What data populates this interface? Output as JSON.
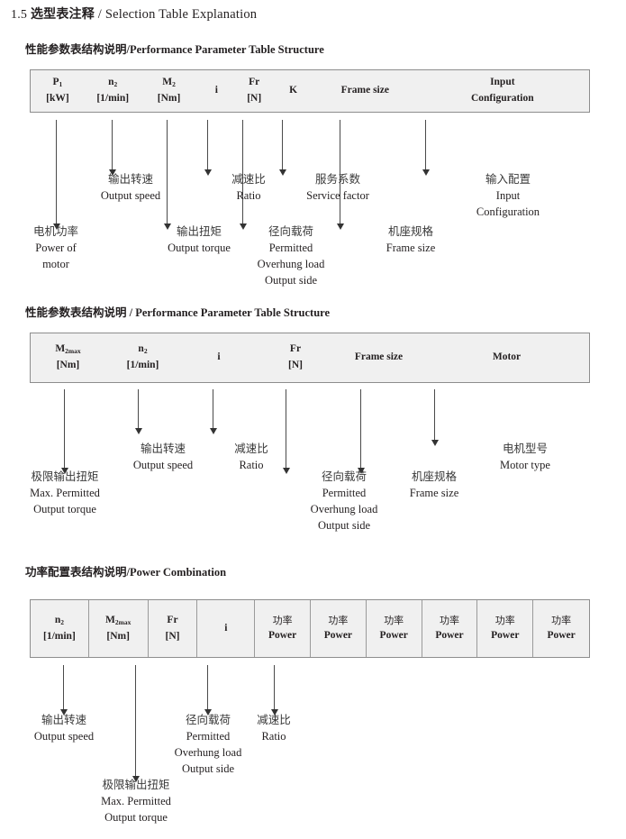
{
  "document": {
    "title_number": "1.5",
    "title_cn": "选型表注释",
    "title_sep": "/",
    "title_en": "Selection Table Explanation"
  },
  "sections": [
    {
      "id": "performance-parameter-1",
      "heading_cn": "性能参数表结构说明",
      "heading_sep": "/",
      "heading_en": "Performance Parameter Table Structure",
      "table": {
        "divided": false,
        "columns": [
          {
            "symbol": "P",
            "sub": "1",
            "unit": "[kW]"
          },
          {
            "symbol": "n",
            "sub": "2",
            "unit": "[1/min]"
          },
          {
            "symbol": "M",
            "sub": "2",
            "unit": "[Nm]"
          },
          {
            "symbol": "i",
            "sub": "",
            "unit": ""
          },
          {
            "symbol": "Fr",
            "sub": "",
            "unit": "[N]"
          },
          {
            "symbol": "K",
            "sub": "",
            "unit": ""
          },
          {
            "symbol": "Frame size",
            "sub": "",
            "unit": ""
          },
          {
            "symbol": "Input",
            "sub": "",
            "unit": "Configuration"
          }
        ],
        "annotations": [
          {
            "cn": "电机功率",
            "en": [
              "Power of",
              "motor"
            ]
          },
          {
            "cn": "输出转速",
            "en": [
              "Output speed"
            ]
          },
          {
            "cn": "输出扭矩",
            "en": [
              "Output torque"
            ]
          },
          {
            "cn": "减速比",
            "en": [
              "Ratio"
            ]
          },
          {
            "cn": "径向载荷",
            "en": [
              "Permitted",
              "Overhung load",
              "Output side"
            ]
          },
          {
            "cn": "服务系数",
            "en": [
              "Service factor"
            ]
          },
          {
            "cn": "机座规格",
            "en": [
              "Frame size"
            ]
          },
          {
            "cn": "输入配置",
            "en": [
              "Input",
              "Configuration"
            ]
          }
        ]
      }
    },
    {
      "id": "performance-parameter-2",
      "heading_cn": "性能参数表结构说明",
      "heading_sep": "/",
      "heading_en": "Performance Parameter Table Structure",
      "table": {
        "divided": false,
        "columns": [
          {
            "symbol": "M",
            "sub": "2max",
            "unit": "[Nm]"
          },
          {
            "symbol": "n",
            "sub": "2",
            "unit": "[1/min]"
          },
          {
            "symbol": "i",
            "sub": "",
            "unit": ""
          },
          {
            "symbol": "Fr",
            "sub": "",
            "unit": "[N]"
          },
          {
            "symbol": "Frame size",
            "sub": "",
            "unit": ""
          },
          {
            "symbol": "Motor",
            "sub": "",
            "unit": ""
          }
        ],
        "annotations": [
          {
            "cn": "极限输出扭矩",
            "en": [
              "Max. Permitted",
              "Output  torque"
            ]
          },
          {
            "cn": "输出转速",
            "en": [
              "Output speed"
            ]
          },
          {
            "cn": "减速比",
            "en": [
              "Ratio"
            ]
          },
          {
            "cn": "径向载荷",
            "en": [
              "Permitted",
              "Overhung load",
              "Output side"
            ]
          },
          {
            "cn": "机座规格",
            "en": [
              "Frame size"
            ]
          },
          {
            "cn": "电机型号",
            "en": [
              "Motor type"
            ]
          }
        ]
      }
    },
    {
      "id": "power-combination",
      "heading_cn": "功率配置表结构说明",
      "heading_sep": "/",
      "heading_en": "Power Combination",
      "table": {
        "divided": true,
        "columns": [
          {
            "symbol": "n",
            "sub": "2",
            "unit": "[1/min]"
          },
          {
            "symbol": "M",
            "sub": "2max",
            "unit": "[Nm]"
          },
          {
            "symbol": "Fr",
            "sub": "",
            "unit": "[N]"
          },
          {
            "symbol": "i",
            "sub": "",
            "unit": ""
          },
          {
            "symbol_cn": "功率",
            "sub": "",
            "unit": "Power"
          },
          {
            "symbol_cn": "功率",
            "sub": "",
            "unit": "Power"
          },
          {
            "symbol_cn": "功率",
            "sub": "",
            "unit": "Power"
          },
          {
            "symbol_cn": "功率",
            "sub": "",
            "unit": "Power"
          },
          {
            "symbol_cn": "功率",
            "sub": "",
            "unit": "Power"
          },
          {
            "symbol_cn": "功率",
            "sub": "",
            "unit": "Power"
          }
        ],
        "annotations": [
          {
            "cn": "输出转速",
            "en": [
              "Output speed"
            ]
          },
          {
            "cn": "极限输出扭矩",
            "en": [
              "Max. Permitted",
              "Output  torque"
            ]
          },
          {
            "cn": "径向载荷",
            "en": [
              "Permitted",
              "Overhung load",
              "Output side"
            ]
          },
          {
            "cn": "减速比",
            "en": [
              "Ratio"
            ]
          }
        ]
      }
    }
  ],
  "colors": {
    "table_fill": "#f0f0f0",
    "table_border": "#8d8d8d",
    "arrow": "#333333",
    "text": "#231f20"
  }
}
